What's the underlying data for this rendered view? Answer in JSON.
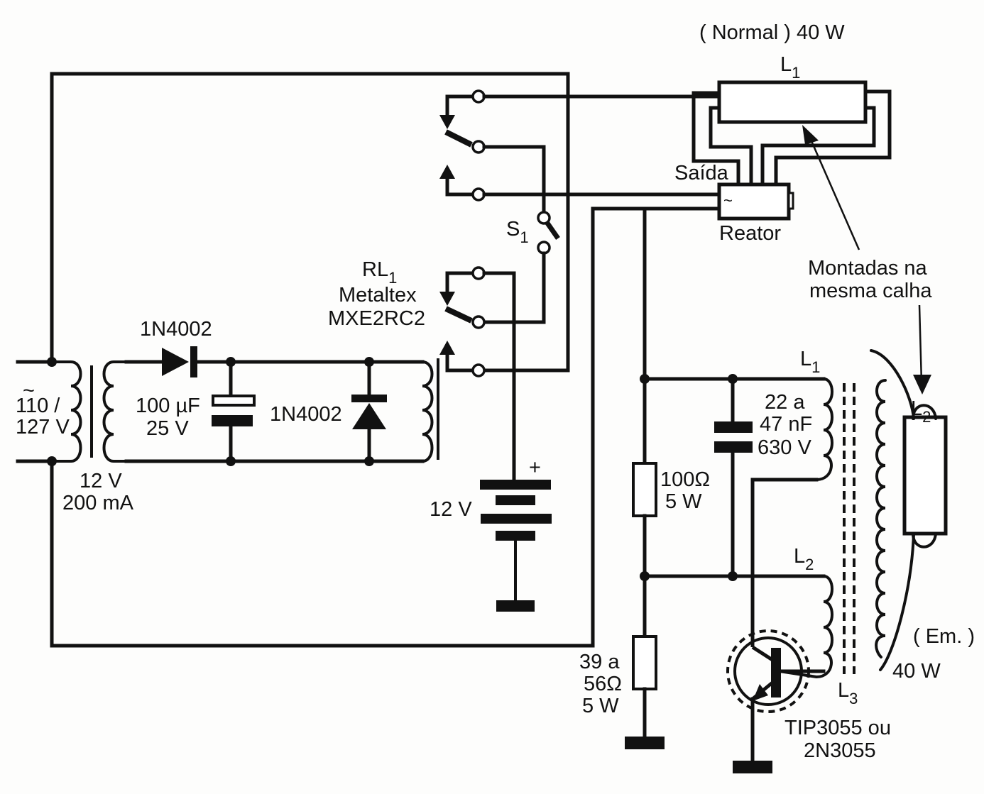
{
  "diagram": {
    "type": "circuit-schematic",
    "lamp_normal": {
      "title": "( Normal ) 40 W",
      "name": "L",
      "sub": "1"
    },
    "ballast": {
      "label": "Reator",
      "output_label": "Saída",
      "symbol": "~"
    },
    "callout": {
      "line1": "Montadas na",
      "line2": "mesma calha"
    },
    "mains": {
      "symbol": "~",
      "line1": "110 /",
      "line2": "127 V"
    },
    "transformer": {
      "line1": "12 V",
      "line2": "200 mA"
    },
    "rectifier_diode": {
      "label": "1N4002"
    },
    "filter_cap": {
      "line1": "100 µF",
      "line2": "25 V"
    },
    "flyback_diode": {
      "label": "1N4002"
    },
    "relay": {
      "name": "RL",
      "sub": "1",
      "line1": "Metaltex",
      "line2": "MXE2RC2"
    },
    "switch": {
      "name": "S",
      "sub": "1"
    },
    "battery": {
      "label": "12 V",
      "polarity": "+"
    },
    "resistor_r1": {
      "line1": "100Ω",
      "line2": "5 W"
    },
    "resistor_r2": {
      "line1": "39 a",
      "line2": "56Ω",
      "line3": "5 W"
    },
    "osc_cap": {
      "line1": "22 a",
      "line2": "47 nF",
      "line3": "630 V"
    },
    "coil_l1": {
      "name": "L",
      "sub": "1"
    },
    "coil_l2": {
      "name": "L",
      "sub": "2"
    },
    "coil_l3": {
      "name": "L",
      "sub": "3"
    },
    "transistor": {
      "line1": "TIP3055 ou",
      "line2": "2N3055"
    },
    "lamp_emergency": {
      "name": "L",
      "sub": "2",
      "line1": "( Em. )",
      "line2": "40 W"
    }
  }
}
